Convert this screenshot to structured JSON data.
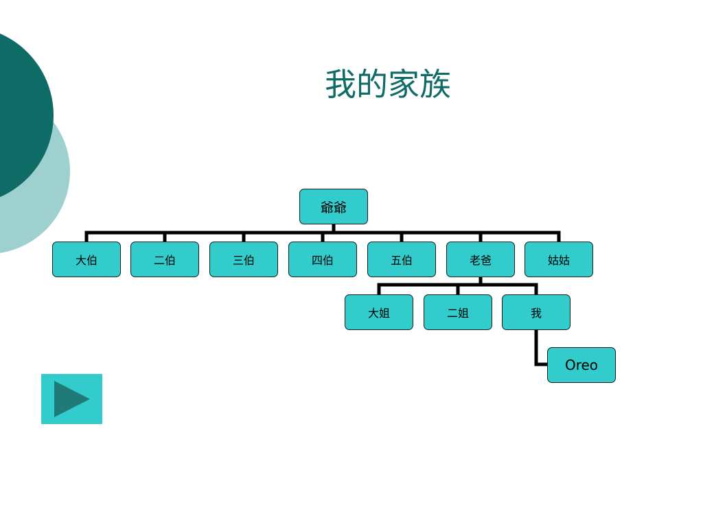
{
  "slide": {
    "title": "我的家族"
  },
  "colors": {
    "primary_teal": "#0f6b66",
    "light_teal": "#9fd0d0",
    "node_fill": "#33cccc",
    "connector": "#000000"
  },
  "family_tree": {
    "root": {
      "label": "爺爺",
      "children": [
        {
          "label": "大伯",
          "children": []
        },
        {
          "label": "二伯",
          "children": []
        },
        {
          "label": "三伯",
          "children": []
        },
        {
          "label": "四伯",
          "children": []
        },
        {
          "label": "五伯",
          "children": []
        },
        {
          "label": "老爸",
          "children": [
            {
              "label": "大姐",
              "children": []
            },
            {
              "label": "二姐",
              "children": []
            },
            {
              "label": "我",
              "children": [
                {
                  "label": "Oreo",
                  "children": []
                }
              ]
            }
          ]
        },
        {
          "label": "姑姑",
          "children": []
        }
      ]
    }
  },
  "controls": {
    "play_button_icon": "play-triangle-icon"
  }
}
